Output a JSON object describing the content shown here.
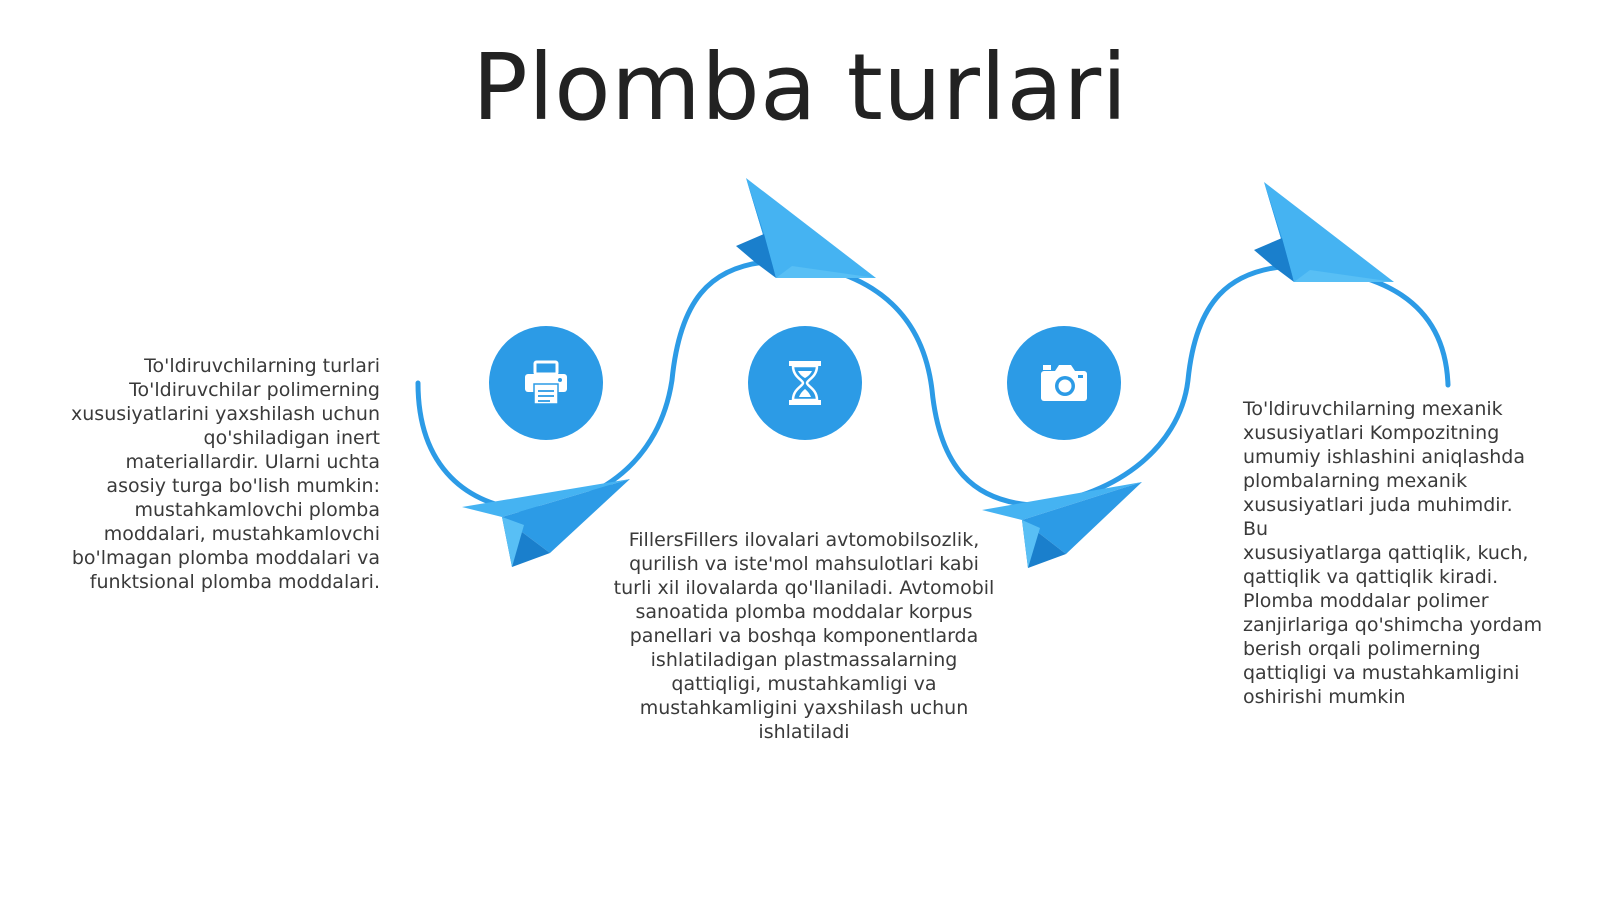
{
  "title": "Plomba turlari",
  "colors": {
    "accent": "#2c9be6",
    "plane_light": "#45b3f2",
    "plane_dark": "#1a7fcc",
    "text": "#3a3a3a"
  },
  "steps": [
    {
      "icon": "printer-icon",
      "text": "To'ldiruvchilarning turlari\nTo'ldiruvchilar polimerning\nxususiyatlarini yaxshilash uchun\nqo'shiladigan inert\nmateriallardir. Ularni uchta\nasosiy turga bo'lish mumkin:\nmustahkamlovchi plomba\nmoddalari, mustahkamlovchi\nbo'lmagan plomba moddalari va\nfunktsional plomba moddalari."
    },
    {
      "icon": "hourglass-icon",
      "text": "FillersFillers ilovalari avtomobilsozlik,\nqurilish va iste'mol mahsulotlari kabi\nturli xil ilovalarda qo'llaniladi. Avtomobil\nsanoatida plomba moddalar korpus\npanellari va boshqa komponentlarda\nishlatiladigan plastmassalarning\nqattiqligi, mustahkamligi va\nmustahkamligini yaxshilash uchun\nishlatiladi"
    },
    {
      "icon": "camera-icon",
      "text": "To'ldiruvchilarning mexanik\nxususiyatlari Kompozitning\numumiy ishlashini aniqlashda\nplombalarning mexanik\nxususiyatlari juda muhimdir. Bu\nxususiyatlarga qattiqlik, kuch,\nqattiqlik va qattiqlik kiradi.\nPlomba moddalar polimer\nzanjirlariga qo'shimcha yordam\nberish orqali polimerning\nqattiqligi va mustahkamligini\noshirishi mumkin"
    }
  ]
}
